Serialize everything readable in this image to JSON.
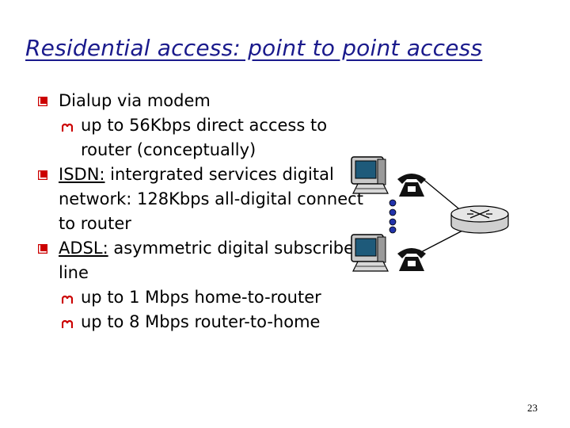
{
  "slide": {
    "title": "Residential access: point to point access",
    "page_number": "23"
  },
  "bullets": [
    {
      "label": "Dialup via modem",
      "sub": [
        "up to 56Kbps direct access to router (conceptually)"
      ]
    },
    {
      "prefix": "ISDN:",
      "label": " intergrated services digital network: 128Kbps all-digital connect to router",
      "sub": []
    },
    {
      "prefix": "ADSL:",
      "label": " asymmetric digital subscriber line",
      "sub": [
        "up to 1 Mbps home-to-router",
        "up to 8 Mbps router-to-home"
      ]
    }
  ],
  "colors": {
    "title": "#1a1a8c",
    "bullet_marker": "#cc0000",
    "router": "#e6e6e6",
    "ellipsis_dots": "#2233aa",
    "monitor_screen": "#1e5a7a"
  },
  "icons": [
    "computer-icon",
    "telephone-icon",
    "router-icon"
  ]
}
